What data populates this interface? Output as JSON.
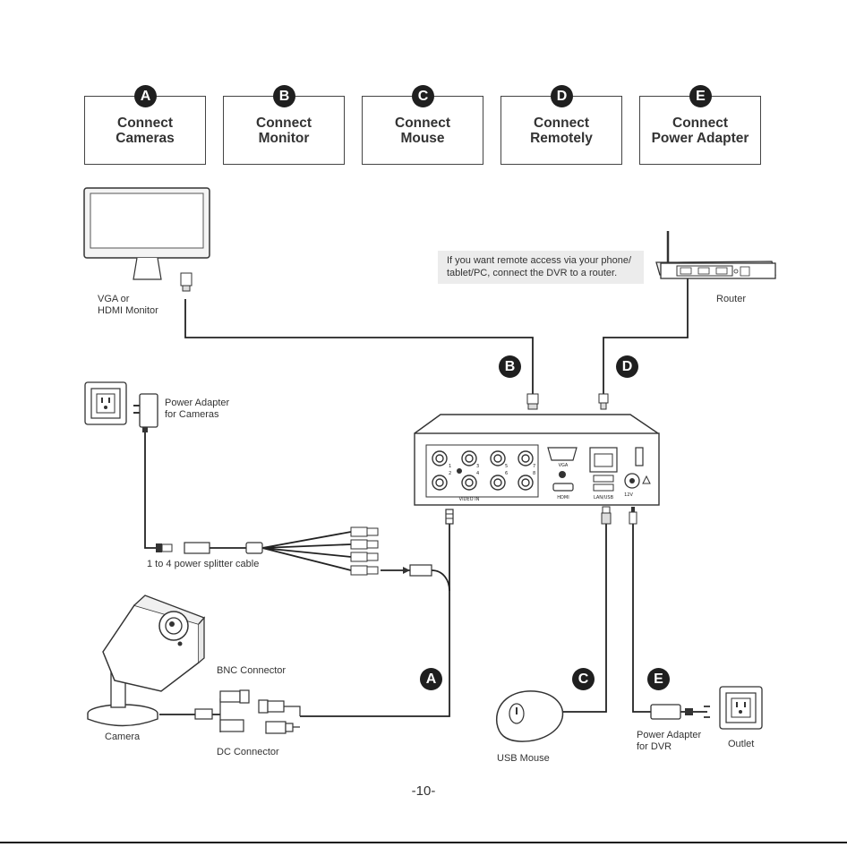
{
  "steps": [
    {
      "letter": "A",
      "title": "Connect\nCameras"
    },
    {
      "letter": "B",
      "title": "Connect\nMonitor"
    },
    {
      "letter": "C",
      "title": "Connect\nMouse"
    },
    {
      "letter": "D",
      "title": "Connect\nRemotely"
    },
    {
      "letter": "E",
      "title": "Connect\nPower Adapter"
    }
  ],
  "connection_badges": {
    "a": "A",
    "b": "B",
    "c": "C",
    "d": "D",
    "e": "E"
  },
  "labels": {
    "monitor": "VGA or\nHDMI Monitor",
    "router": "Router",
    "remote_note": "If you want remote access via your phone/\ntablet/PC, connect the DVR to a router.",
    "camera_adapter": "Power Adapter\nfor Cameras",
    "splitter": "1 to 4 power splitter cable",
    "bnc": "BNC Connector",
    "dc": "DC Connector",
    "camera": "Camera",
    "mouse": "USB Mouse",
    "dvr_adapter": "Power Adapter\nfor DVR",
    "outlet": "Outlet"
  },
  "dvr_panel": {
    "video_in": "VIDEO IN",
    "vga": "VGA",
    "hdmi": "HDMI",
    "lan_usb": "LAN/USB",
    "power": "12V",
    "ch1": "1",
    "ch2": "2",
    "ch3": "3",
    "ch4": "4",
    "ch5": "5",
    "ch6": "6",
    "ch7": "7",
    "ch8": "8"
  },
  "page_number": "-10-"
}
